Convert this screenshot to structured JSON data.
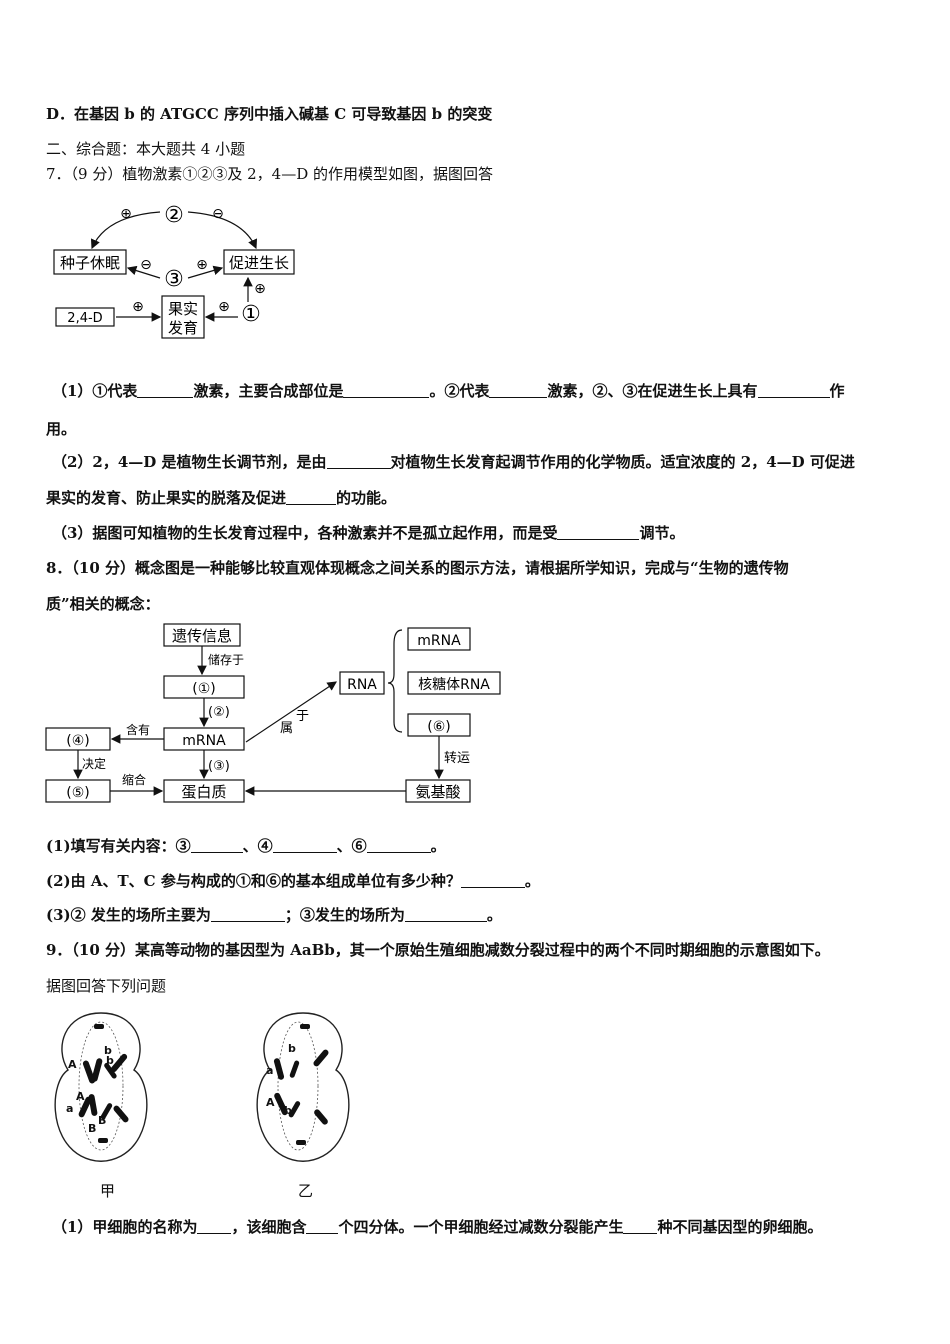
{
  "option_d": "D．在基因 b 的 ATGCC 序列中插入碱基 C 可导致基因 b 的突变",
  "section_title": "二、综合题：本大题共 4 小题",
  "q7": {
    "stem": "7．（9 分）植物激素①②③及 2，4—D 的作用模型如图，据图回答",
    "diagram": {
      "seed_dormancy": "种子休眠",
      "promote_growth": "促进生长",
      "fruit_dev_1": "果实",
      "fruit_dev_2": "发育",
      "d24": "2,4-D",
      "n1": "①",
      "n2": "②",
      "n3": "③",
      "plus": "⊕",
      "minus": "⊖"
    },
    "p1_a": "（1）①代表",
    "p1_b": "激素，主要合成部位是",
    "p1_c": "。②代表",
    "p1_d": "激素，②、③在促进生长上具有",
    "p1_e": "作",
    "p1_f": "用。",
    "p2_a": "（2）2，4—D 是植物生长调节剂，是由",
    "p2_b": "对植物生长发育起调节作用的化学物质。适宜浓度的 2，4—D 可促进",
    "p2_c": "果实的发育、防止果实的脱落及促进",
    "p2_d": "的功能。",
    "p3_a": "（3）据图可知植物的生长发育过程中，各种激素并不是孤立起作用，而是受",
    "p3_b": "调节。"
  },
  "q8": {
    "stem_1": "8．（10 分）概念图是一种能够比较直观体现概念之间关系的图示方法，请根据所学知识，完成与“生物的遗传物",
    "stem_2": "质”相关的概念：",
    "diagram": {
      "genetic_info": "遗传信息",
      "stored_in": "储存于",
      "c1": "(①)",
      "c2": "(②)",
      "c3": "(③)",
      "c4": "(④)",
      "c5": "(⑤)",
      "c6": "(⑥)",
      "mrna": "mRNA",
      "contains": "含有",
      "determines": "决定",
      "condense": "缩合",
      "protein": "蛋白质",
      "belongs_1": "属",
      "belongs_2": "于",
      "rna": "RNA",
      "mrna_right": "mRNA",
      "rrna": "核糖体RNA",
      "transport": "转运",
      "amino_acid": "氨基酸"
    },
    "p1_a": "(1)填写有关内容：③",
    "p1_b": "、④",
    "p1_c": "、⑥",
    "p1_d": "。",
    "p2_a": "(2)由 A、T、C 参与构成的①和⑥的基本组成单位有多少种？",
    "p2_b": "。",
    "p3_a": "(3)② 发生的场所主要为",
    "p3_b": "；③发生的场所为",
    "p3_c": "。"
  },
  "q9": {
    "stem_1": "9．（10 分）某高等动物的基因型为 AaBb，其一个原始生殖细胞减数分裂过程中的两个不同时期细胞的示意图如下。",
    "stem_2": "据图回答下列问题",
    "cell_jia": "甲",
    "cell_yi": "乙",
    "genes": {
      "A": "A",
      "a": "a",
      "B": "B",
      "b": "b"
    },
    "p1_a": "（1）甲细胞的名称为",
    "p1_b": "，该细胞含",
    "p1_c": "个四分体。一个甲细胞经过减数分裂能产生",
    "p1_d": "种不同基因型的卵细胞。"
  }
}
